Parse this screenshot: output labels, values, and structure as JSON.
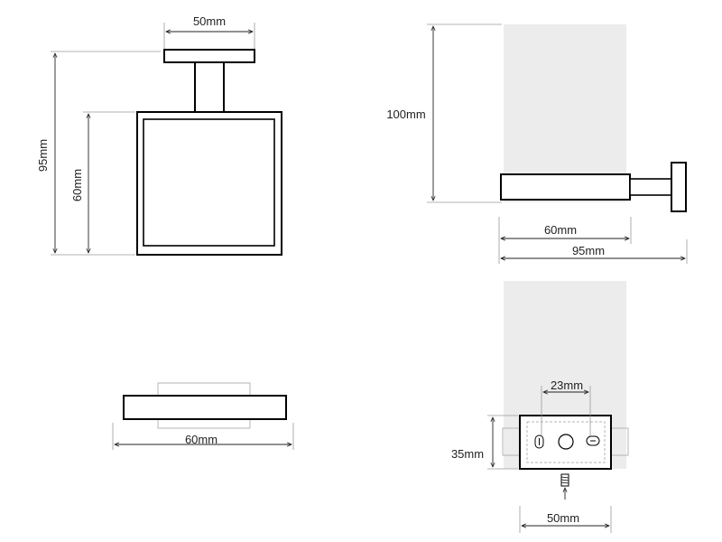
{
  "views": {
    "front": {
      "width_label": "50mm",
      "total_height_label": "95mm",
      "holder_height_label": "60mm"
    },
    "side": {
      "glass_height_label": "100mm",
      "holder_depth_label": "60mm",
      "total_depth_label": "95mm"
    },
    "top": {
      "width_label": "60mm"
    },
    "mount": {
      "hole_spacing_label": "23mm",
      "plate_height_label": "35mm",
      "plate_width_label": "50mm"
    }
  },
  "colors": {
    "line": "#000000",
    "dimension": "#222222",
    "extension": "#9a9a9a",
    "glass": "#ececec",
    "ghost": "#b5b5b5"
  }
}
